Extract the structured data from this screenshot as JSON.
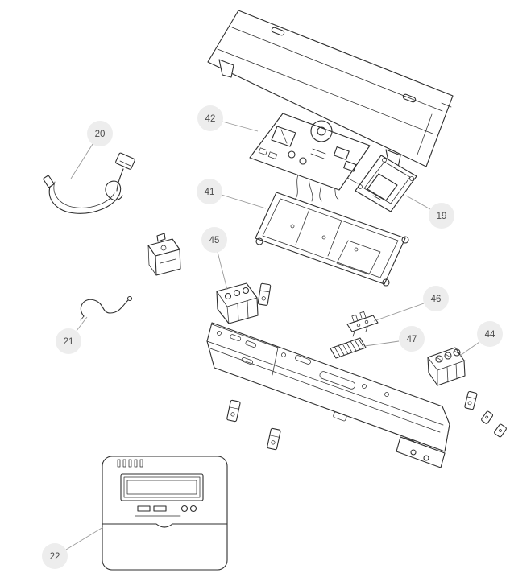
{
  "diagram": {
    "type": "exploded-parts-diagram",
    "background": "#ffffff",
    "line_color": "#2e2e2e",
    "callout_fill": "#ededed",
    "callout_text_color": "#4c4c4c",
    "callouts": [
      {
        "label": "20"
      },
      {
        "label": "42"
      },
      {
        "label": "41"
      },
      {
        "label": "19"
      },
      {
        "label": "45"
      },
      {
        "label": "21"
      },
      {
        "label": "46"
      },
      {
        "label": "47"
      },
      {
        "label": "44"
      },
      {
        "label": "22"
      }
    ]
  }
}
